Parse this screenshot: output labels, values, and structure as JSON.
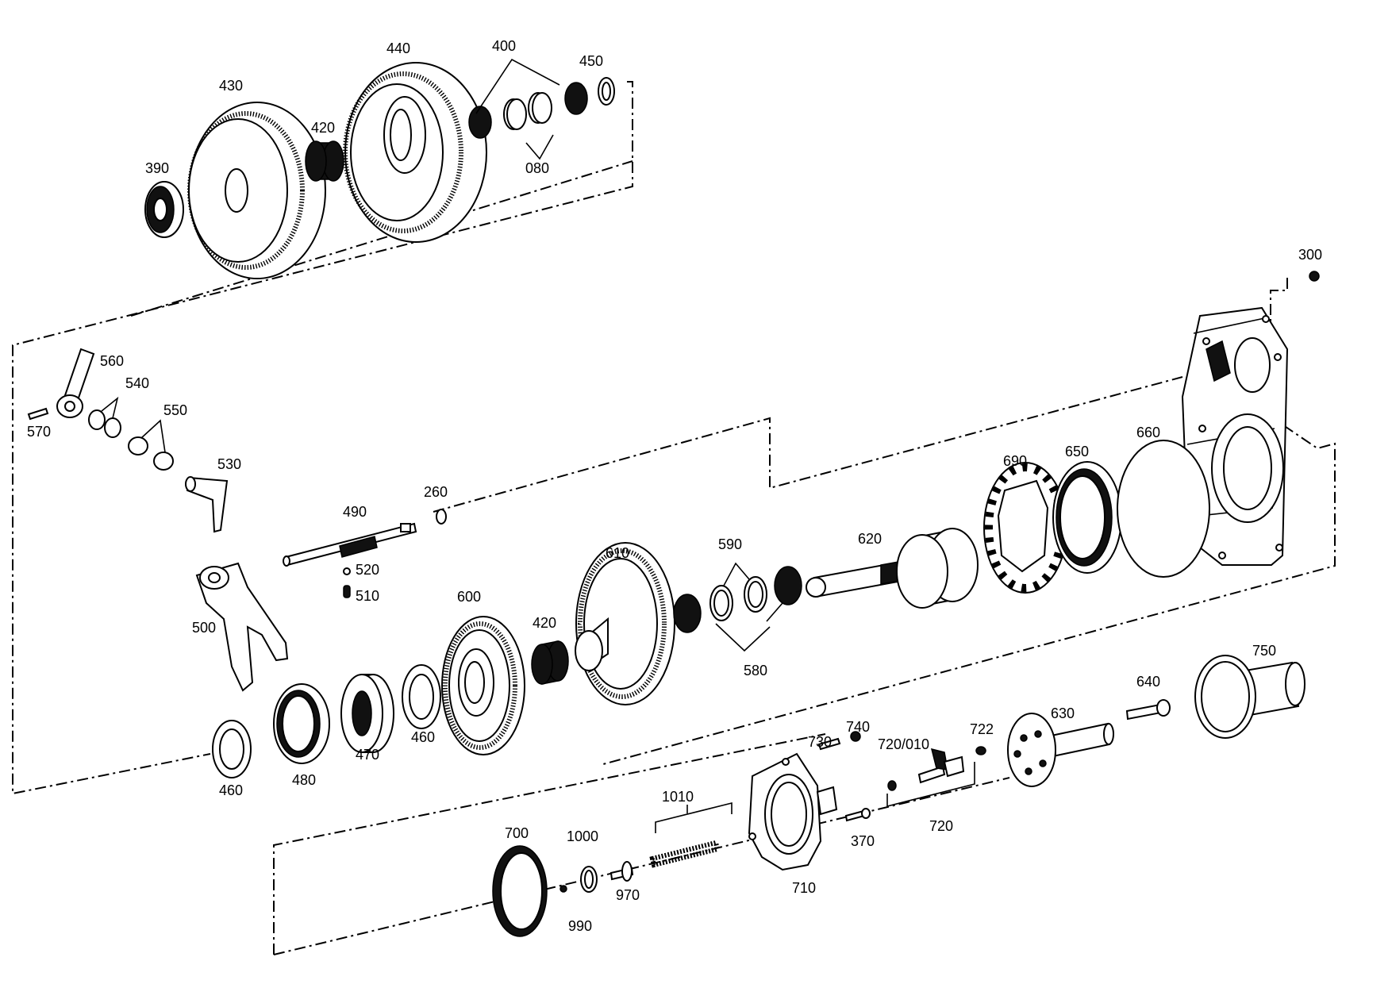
{
  "labels": {
    "p390": "390",
    "p430": "430",
    "p420a": "420",
    "p440": "440",
    "p400": "400",
    "p450": "450",
    "p080": "080",
    "p300": "300",
    "p560": "560",
    "p540": "540",
    "p570": "570",
    "p550": "550",
    "p530": "530",
    "p260": "260",
    "p490": "490",
    "p520": "520",
    "p510": "510",
    "p500": "500",
    "p600": "600",
    "p420b": "420",
    "p610": "610",
    "p590": "590",
    "p580": "580",
    "p620": "620",
    "p690": "690",
    "p650": "650",
    "p660": "660",
    "p460a": "460",
    "p480": "480",
    "p470": "470",
    "p460b": "460",
    "p750": "750",
    "p640": "640",
    "p630": "630",
    "p722": "722",
    "p720_010": "720/010",
    "p740": "740",
    "p730": "730",
    "p720": "720",
    "p370": "370",
    "p710": "710",
    "p1010": "1010",
    "p1000": "1000",
    "p970": "970",
    "p990": "990",
    "p700": "700"
  },
  "colors": {
    "ink": "#000000",
    "paper": "#ffffff"
  }
}
